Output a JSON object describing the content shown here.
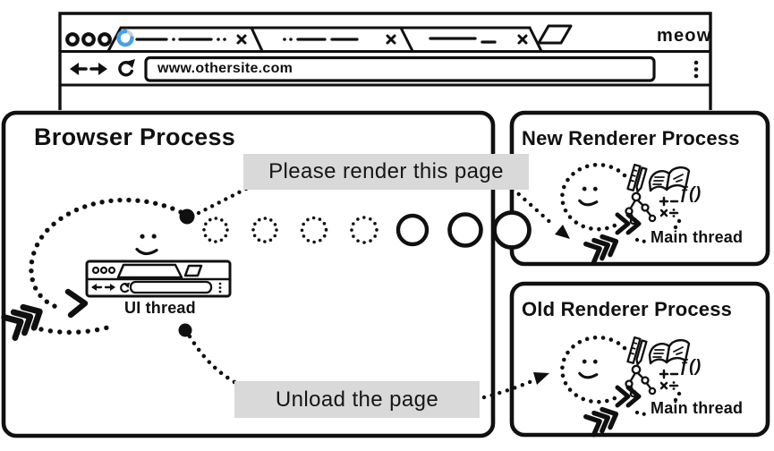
{
  "colors": {
    "ink": "#101010",
    "label_bg": "#d9d9d9",
    "spinner_blue": "#4aa1e8",
    "spinner_track": "#c9ced4"
  },
  "browser_window": {
    "url": "www.othersite.com",
    "brand": "meow",
    "tab_count": 3
  },
  "browser_process": {
    "title": "Browser Process",
    "thread_label": "UI thread"
  },
  "messages": {
    "render_request": "Please render this page",
    "unload_request": "Unload the page"
  },
  "new_renderer_process": {
    "title": "New Renderer Process",
    "thread_label": "Main thread",
    "function_icon_label": "ƒ()"
  },
  "old_renderer_process": {
    "title": "Old Renderer Process",
    "thread_label": "Main thread",
    "function_icon_label": "ƒ()"
  }
}
